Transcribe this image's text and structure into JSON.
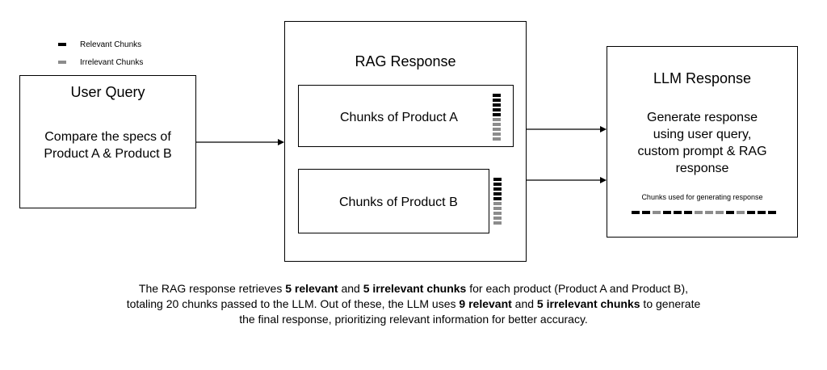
{
  "colors": {
    "relevant": "#000000",
    "irrelevant": "#8c8c8c"
  },
  "legend": [
    {
      "label": "Relevant Chunks",
      "type": "relevant"
    },
    {
      "label": "Irrelevant Chunks",
      "type": "irrelevant"
    }
  ],
  "user_query": {
    "title": "User Query",
    "body": [
      "Compare the specs of",
      "Product A & Product B"
    ]
  },
  "rag_response": {
    "title": "RAG Response",
    "product_a": {
      "label": "Chunks of Product A",
      "chunks": [
        "relevant",
        "relevant",
        "relevant",
        "relevant",
        "relevant",
        "irrelevant",
        "irrelevant",
        "irrelevant",
        "irrelevant",
        "irrelevant"
      ]
    },
    "product_b": {
      "label": "Chunks of Product B",
      "chunks": [
        "relevant",
        "relevant",
        "relevant",
        "relevant",
        "relevant",
        "irrelevant",
        "irrelevant",
        "irrelevant",
        "irrelevant",
        "irrelevant"
      ]
    }
  },
  "llm_response": {
    "title": "LLM Response",
    "body": [
      "Generate response",
      "using user query,",
      "custom prompt & RAG",
      "response"
    ],
    "chunks_label": "Chunks used for generating response",
    "chunks": [
      "relevant",
      "relevant",
      "irrelevant",
      "relevant",
      "relevant",
      "relevant",
      "irrelevant",
      "irrelevant",
      "irrelevant",
      "relevant",
      "irrelevant",
      "relevant",
      "relevant",
      "relevant"
    ]
  },
  "caption": [
    [
      {
        "t": "The RAG response retrieves "
      },
      {
        "t": "5 relevant",
        "b": true
      },
      {
        "t": " and "
      },
      {
        "t": "5 irrelevant chunks",
        "b": true
      },
      {
        "t": " for each product (Product A and Product B),"
      }
    ],
    [
      {
        "t": "totaling 20 chunks passed to the LLM. Out of these, the LLM uses "
      },
      {
        "t": "9 relevant",
        "b": true
      },
      {
        "t": " and "
      },
      {
        "t": "5 irrelevant chunks",
        "b": true
      },
      {
        "t": " to generate"
      }
    ],
    [
      {
        "t": "the final response, prioritizing relevant information for better accuracy."
      }
    ]
  ]
}
